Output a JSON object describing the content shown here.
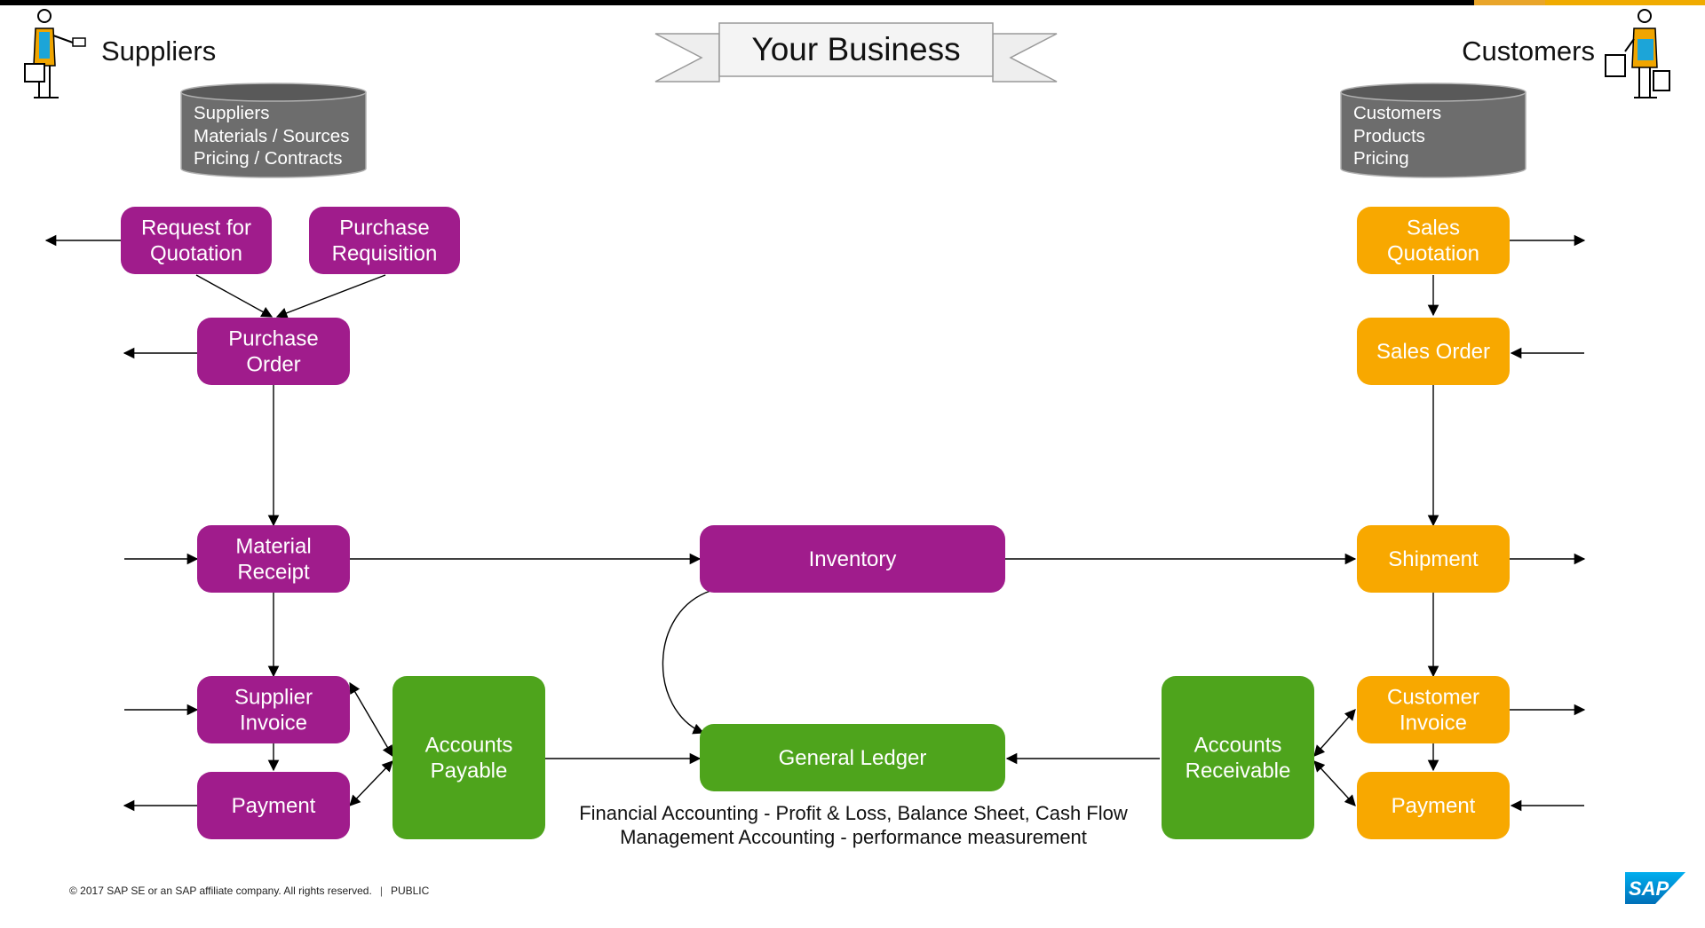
{
  "colors": {
    "purple": "#a01c8c",
    "orange": "#f8a800",
    "green": "#4ea41c",
    "db_gray": "#6d6d6d",
    "sap_blue": "#1b75bc"
  },
  "banner": {
    "title": "Your Business"
  },
  "headers": {
    "suppliers": "Suppliers",
    "customers": "Customers"
  },
  "icons": {
    "supplier_person": "supplier-person-icon",
    "customer_person": "customer-person-icon"
  },
  "databases": {
    "suppliers": {
      "lines": [
        "Suppliers",
        "Materials / Sources",
        "Pricing / Contracts"
      ]
    },
    "customers": {
      "lines": [
        "Customers",
        "Products",
        "Pricing"
      ]
    }
  },
  "nodes": {
    "rfq": [
      "Request for",
      "Quotation"
    ],
    "purchase_requisition": [
      "Purchase",
      "Requisition"
    ],
    "purchase_order": [
      "Purchase",
      "Order"
    ],
    "material_receipt": [
      "Material",
      "Receipt"
    ],
    "supplier_invoice": [
      "Supplier",
      "Invoice"
    ],
    "payment_out": [
      "Payment"
    ],
    "accounts_payable": [
      "Accounts",
      "Payable"
    ],
    "inventory": [
      "Inventory"
    ],
    "general_ledger": [
      "General Ledger"
    ],
    "accounts_receivable": [
      "Accounts",
      "Receivable"
    ],
    "sales_quotation": [
      "Sales",
      "Quotation"
    ],
    "sales_order": [
      "Sales Order"
    ],
    "shipment": [
      "Shipment"
    ],
    "customer_invoice": [
      "Customer",
      "Invoice"
    ],
    "payment_in": [
      "Payment"
    ]
  },
  "notes": {
    "line1": "Financial Accounting - Profit & Loss, Balance Sheet, Cash Flow",
    "line2": "Management Accounting - performance measurement"
  },
  "footer": {
    "copyright": "© 2017 SAP SE or an SAP affiliate company. All rights reserved.",
    "separator": "|",
    "classification": "PUBLIC"
  },
  "logo": {
    "text": "SAP"
  }
}
